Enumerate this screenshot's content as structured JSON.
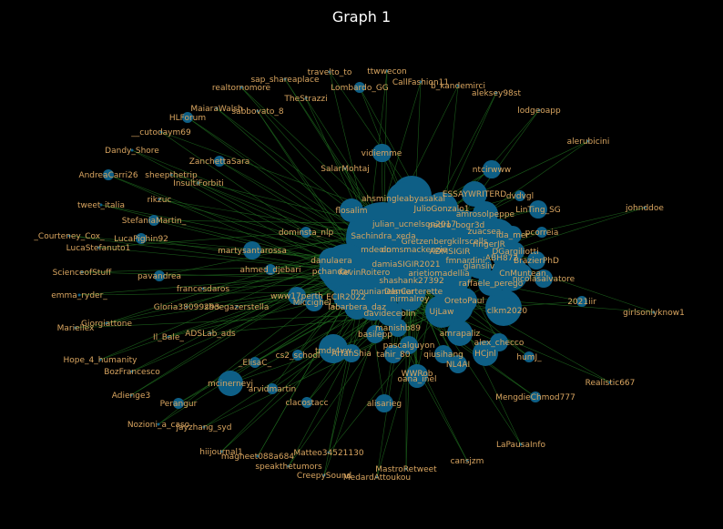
{
  "title": "Graph 1",
  "colors": {
    "background": "#000000",
    "node": "#0e5f86",
    "edge": "#1f6b1f",
    "label": "#d9a560",
    "title": "#ffffff"
  },
  "nodes": [
    {
      "id": "ttwwecon",
      "size": 0
    },
    {
      "id": "travelto_to",
      "size": 0
    },
    {
      "id": "sap_shareaplace",
      "size": 0
    },
    {
      "id": "CallFashion11",
      "size": 0
    },
    {
      "id": "Lombardo_GG",
      "size": 1
    },
    {
      "id": "realtornomore",
      "size": 0
    },
    {
      "id": "b_kandemirci",
      "size": 0
    },
    {
      "id": "aleksey98st",
      "size": 0
    },
    {
      "id": "TheStrazzi",
      "size": 0
    },
    {
      "id": "MaiaraWalsh",
      "size": 0
    },
    {
      "id": "sabbovato_8",
      "size": 0
    },
    {
      "id": "lodgeoapp",
      "size": 0
    },
    {
      "id": "HLForum",
      "size": 1
    },
    {
      "id": "__cutodaym69",
      "size": 0
    },
    {
      "id": "alerubicini",
      "size": 0
    },
    {
      "id": "Dandy_Shore",
      "size": 0
    },
    {
      "id": "vidiemme",
      "size": 2
    },
    {
      "id": "ZanchettaSara",
      "size": 1
    },
    {
      "id": "SalarMohtaj",
      "size": 0
    },
    {
      "id": "ntcirwww",
      "size": 2
    },
    {
      "id": "AndreaCarri26",
      "size": 1
    },
    {
      "id": "sheepthetrip",
      "size": 0
    },
    {
      "id": "InsultiForbiti",
      "size": 0
    },
    {
      "id": "dvdvgl",
      "size": 1
    },
    {
      "id": "ESSAYWRITERD",
      "size": 3
    },
    {
      "id": "ahsmingleabyasakai",
      "size": 4
    },
    {
      "id": "rikzuc",
      "size": 0
    },
    {
      "id": "tweet_italia",
      "size": 0
    },
    {
      "id": "JulioGonzalo1",
      "size": 4
    },
    {
      "id": "LinTing_SG",
      "size": 2
    },
    {
      "id": "johnddoe",
      "size": 0
    },
    {
      "id": "flosalim",
      "size": 2
    },
    {
      "id": "amrosolpeppe",
      "size": 3
    },
    {
      "id": "StefaniaMartin_",
      "size": 1
    },
    {
      "id": "julian_ucnelson2017",
      "size": 4
    },
    {
      "id": "pedro_bogr3d",
      "size": 4
    },
    {
      "id": "dominsta_nlp",
      "size": 1
    },
    {
      "id": "LucaPighin92",
      "size": 1
    },
    {
      "id": "Sachindra_xeda",
      "size": 4
    },
    {
      "id": "zuacsea",
      "size": 3
    },
    {
      "id": "ida_mer",
      "size": 2
    },
    {
      "id": "pcorreia",
      "size": 1
    },
    {
      "id": "_Courteney_Cox_",
      "size": 0
    },
    {
      "id": "LucaStefanuto1",
      "size": 0
    },
    {
      "id": "Gretzenbergkilrscells",
      "size": 4
    },
    {
      "id": "ringerJR",
      "size": 3
    },
    {
      "id": "martysantarossa",
      "size": 2
    },
    {
      "id": "mdeoin",
      "size": 4
    },
    {
      "id": "domsmackenzie",
      "size": 4
    },
    {
      "id": "ADMSIGIR",
      "size": 3
    },
    {
      "id": "DGargiliotti",
      "size": 2
    },
    {
      "id": "danulaera",
      "size": 3
    },
    {
      "id": "fmnardini",
      "size": 3
    },
    {
      "id": "ABH872",
      "size": 2
    },
    {
      "id": "BrazierPhD",
      "size": 2
    },
    {
      "id": "damiaSIGIR2021",
      "size": 4
    },
    {
      "id": "glansliv",
      "size": 3
    },
    {
      "id": "ScienceofStuff",
      "size": 0
    },
    {
      "id": "ahmed_djebari",
      "size": 1
    },
    {
      "id": "pchandar",
      "size": 3
    },
    {
      "id": "KevinRoitero",
      "size": 4
    },
    {
      "id": "arietiomadellia",
      "size": 4
    },
    {
      "id": "CnMuntean",
      "size": 2
    },
    {
      "id": "pavandrea",
      "size": 1
    },
    {
      "id": "shashank27392",
      "size": 4
    },
    {
      "id": "raffaele_perego",
      "size": 3
    },
    {
      "id": "nicolasalvatore",
      "size": 2
    },
    {
      "id": "francesdaros",
      "size": 0
    },
    {
      "id": "mounianelsnier",
      "size": 4
    },
    {
      "id": "DanCarterette",
      "size": 3
    },
    {
      "id": "emma_ryder_",
      "size": 0
    },
    {
      "id": "www17perth",
      "size": 2
    },
    {
      "id": "ECIR2022",
      "size": 3
    },
    {
      "id": "nirmalroy",
      "size": 3
    },
    {
      "id": "OretoPaul",
      "size": 3
    },
    {
      "id": "2021iir",
      "size": 1
    },
    {
      "id": "Gloria38099293",
      "size": 0
    },
    {
      "id": "shoegazerstella",
      "size": 0
    },
    {
      "id": "Miccighel_",
      "size": 2
    },
    {
      "id": "labarbera_daz",
      "size": 3
    },
    {
      "id": "clkm2020",
      "size": 3
    },
    {
      "id": "girlsonlyknow1",
      "size": 0
    },
    {
      "id": "davideceolin",
      "size": 3
    },
    {
      "id": "UjLaw",
      "size": 4
    },
    {
      "id": "Giorgiattone",
      "size": 0
    },
    {
      "id": "Mariellex",
      "size": 0
    },
    {
      "id": "manishb89",
      "size": 2
    },
    {
      "id": "Il_Bale_",
      "size": 0
    },
    {
      "id": "ADSLab_ads",
      "size": 0
    },
    {
      "id": "basilepp",
      "size": 2
    },
    {
      "id": "amrapaliz",
      "size": 3
    },
    {
      "id": "alex_checco",
      "size": 2
    },
    {
      "id": "pascalguyon",
      "size": 2
    },
    {
      "id": "tmdr4vw",
      "size": 3
    },
    {
      "id": "Hope_4_humanity",
      "size": 0
    },
    {
      "id": "ArfanShia",
      "size": 2
    },
    {
      "id": "tahir_80",
      "size": 2
    },
    {
      "id": "qiusihang",
      "size": 2
    },
    {
      "id": "HCjnl",
      "size": 2
    },
    {
      "id": "humJ_",
      "size": 1
    },
    {
      "id": "cs2_school",
      "size": 1
    },
    {
      "id": "_ElisaC_",
      "size": 1
    },
    {
      "id": "NL4AI",
      "size": 2
    },
    {
      "id": "BozFrancesco",
      "size": 0
    },
    {
      "id": "WWRob",
      "size": 2
    },
    {
      "id": "mcinerneyj",
      "size": 2
    },
    {
      "id": "arvidmartin",
      "size": 1
    },
    {
      "id": "oana_inel",
      "size": 2
    },
    {
      "id": "Realistic667",
      "size": 0
    },
    {
      "id": "Adienge3",
      "size": 0
    },
    {
      "id": "MengdieChmod777",
      "size": 1
    },
    {
      "id": "Perangur",
      "size": 1
    },
    {
      "id": "clacostacc",
      "size": 1
    },
    {
      "id": "alisarieg",
      "size": 2
    },
    {
      "id": "Nozioni_a_caso",
      "size": 0
    },
    {
      "id": "jayzhang_syd",
      "size": 0
    },
    {
      "id": "LaPausaInfo",
      "size": 0
    },
    {
      "id": "hiijournal1",
      "size": 0
    },
    {
      "id": "Matteo34521130",
      "size": 0
    },
    {
      "id": "magneet088a684",
      "size": 0
    },
    {
      "id": "cansjzm",
      "size": 0
    },
    {
      "id": "speakthetumors",
      "size": 0
    },
    {
      "id": "MastroRetweet",
      "size": 0
    },
    {
      "id": "CreepySound",
      "size": 0
    },
    {
      "id": "MedardAttoukou",
      "size": 0
    }
  ]
}
